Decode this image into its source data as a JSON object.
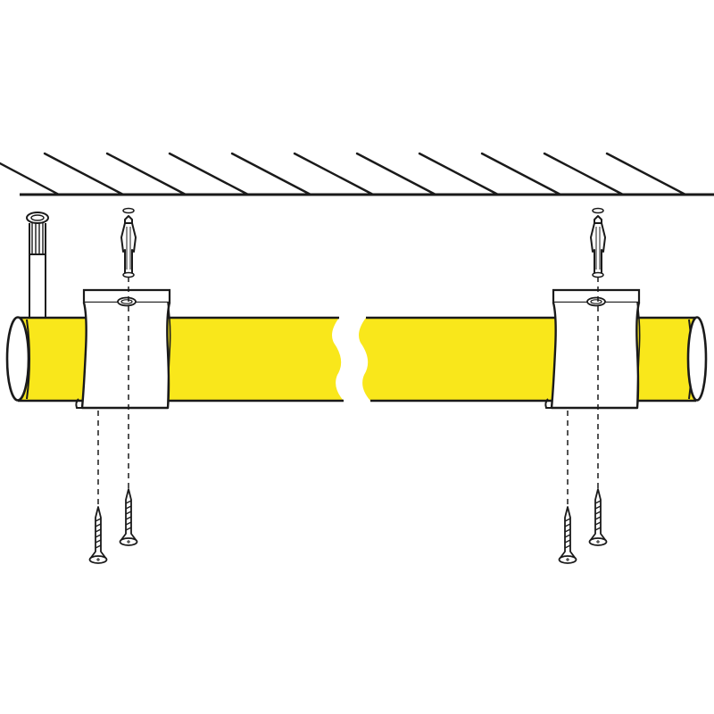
{
  "colors": {
    "tube_fill": "#f9e71b",
    "line": "#1a1a1a",
    "background": "#ffffff",
    "clip_fill": "#ffffff"
  },
  "diagram": {
    "ceiling": {
      "hatch_count": 11
    },
    "tube": {
      "broken_in_middle": true
    },
    "mounting_points": [
      {
        "name": "left",
        "anchor": true,
        "clip": true,
        "screws": 2
      },
      {
        "name": "right",
        "anchor": true,
        "clip": true,
        "screws": 2
      }
    ],
    "end_cap_power_cable": true
  }
}
